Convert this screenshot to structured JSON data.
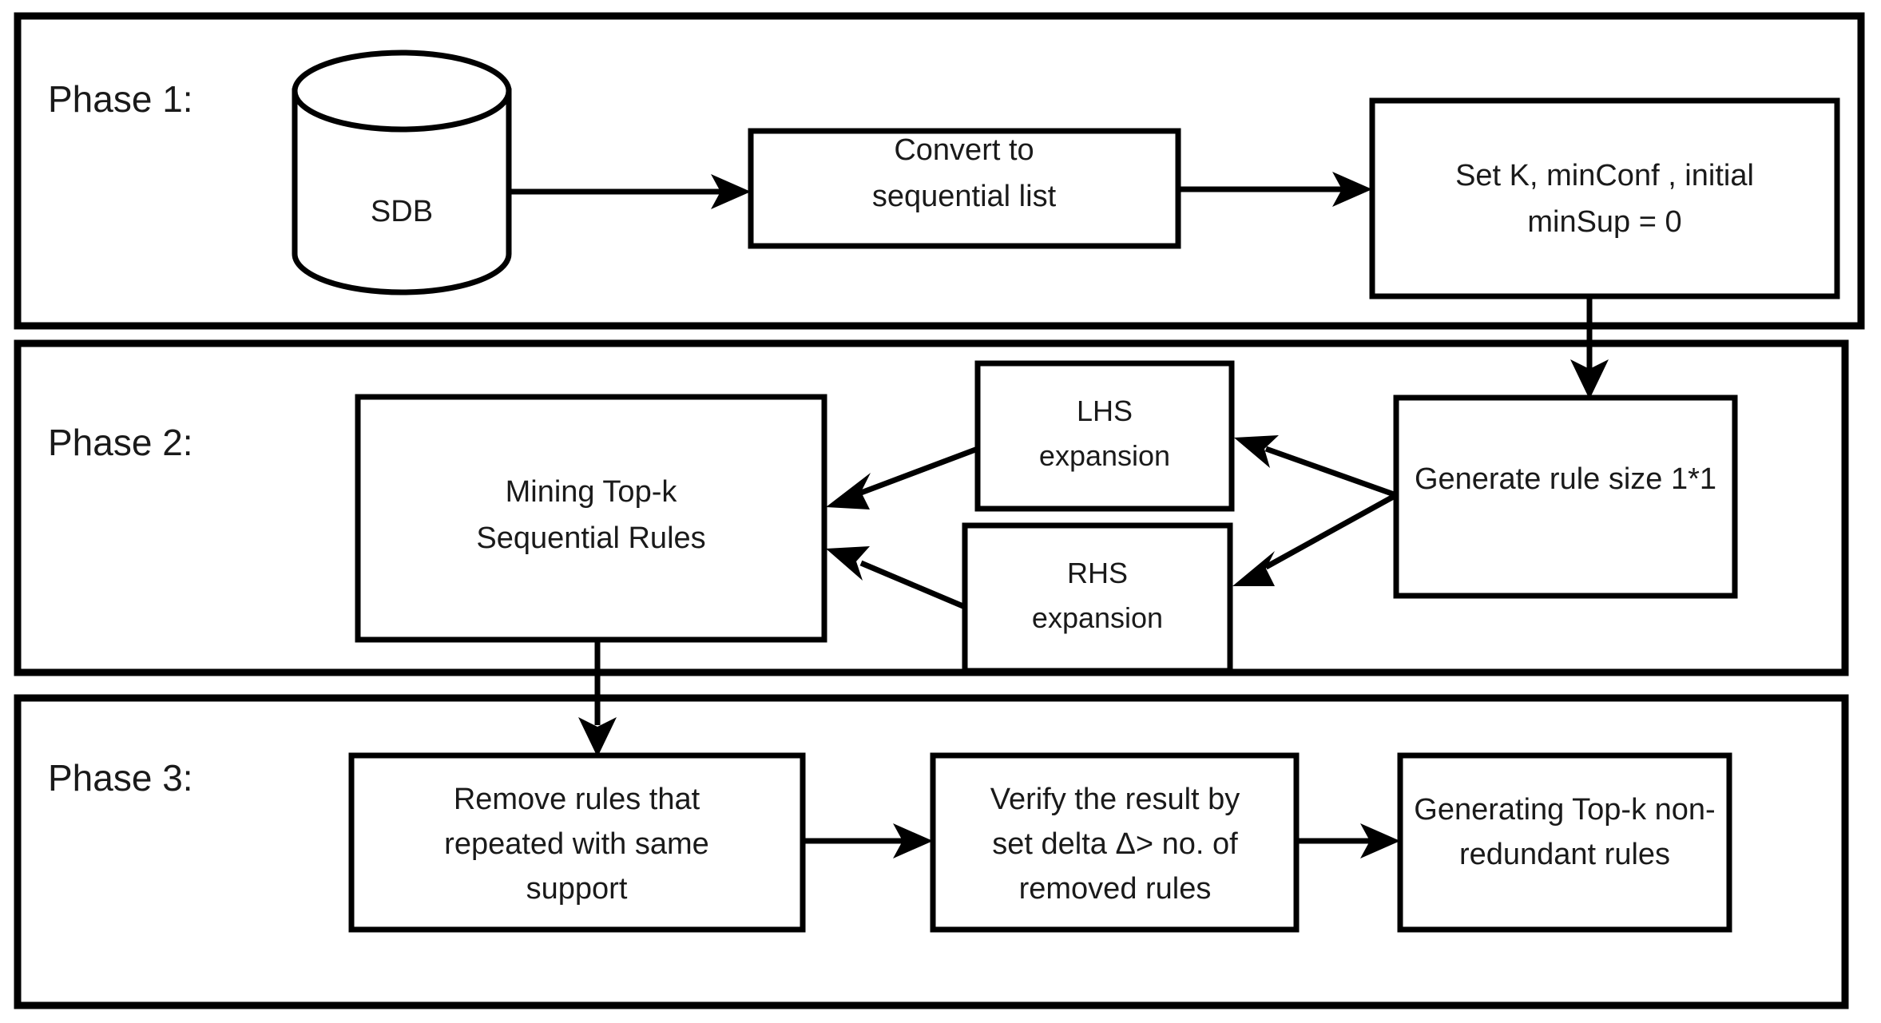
{
  "diagram": {
    "title": "Three-phase Top-k non-redundant sequential rule mining flowchart",
    "colors": {
      "stroke": "#000000",
      "fill": "#ffffff",
      "text": "#1a1a1a"
    },
    "phases": [
      {
        "id": "phase-1",
        "label": "Phase 1:",
        "nodes": [
          {
            "id": "sdb",
            "shape": "cylinder",
            "lines": [
              "SDB"
            ]
          },
          {
            "id": "convert",
            "shape": "rect",
            "lines": [
              "Convert to",
              "sequential list"
            ]
          },
          {
            "id": "set-params",
            "shape": "rect",
            "lines": [
              "Set K, minConf , initial",
              "minSup = 0"
            ]
          }
        ]
      },
      {
        "id": "phase-2",
        "label": "Phase 2:",
        "nodes": [
          {
            "id": "mining",
            "shape": "rect",
            "lines": [
              "Mining Top-k",
              "Sequential Rules"
            ]
          },
          {
            "id": "lhs",
            "shape": "rect",
            "lines": [
              "LHS",
              "expansion"
            ]
          },
          {
            "id": "rhs",
            "shape": "rect",
            "lines": [
              "RHS",
              "expansion"
            ]
          },
          {
            "id": "generate",
            "shape": "rect",
            "lines": [
              "Generate rule size 1*1"
            ]
          }
        ]
      },
      {
        "id": "phase-3",
        "label": "Phase 3:",
        "nodes": [
          {
            "id": "remove",
            "shape": "rect",
            "lines": [
              "Remove rules  that",
              "repeated with same",
              "support"
            ]
          },
          {
            "id": "verify",
            "shape": "rect",
            "lines": [
              "Verify the result by",
              "set delta Δ> no. of",
              "removed rules"
            ]
          },
          {
            "id": "final",
            "shape": "rect",
            "lines": [
              "Generating  Top-k non-",
              "redundant rules"
            ]
          }
        ]
      }
    ],
    "edges": [
      {
        "id": "sdb-to-convert",
        "from": "sdb",
        "to": "convert",
        "direction": "right"
      },
      {
        "id": "convert-to-set-params",
        "from": "convert",
        "to": "set-params",
        "direction": "right"
      },
      {
        "id": "set-params-to-generate",
        "from": "set-params",
        "to": "generate",
        "direction": "down"
      },
      {
        "id": "generate-to-lhs",
        "from": "generate",
        "to": "lhs",
        "direction": "up-left"
      },
      {
        "id": "generate-to-rhs",
        "from": "generate",
        "to": "rhs",
        "direction": "down-left"
      },
      {
        "id": "lhs-to-mining",
        "from": "lhs",
        "to": "mining",
        "direction": "left"
      },
      {
        "id": "rhs-to-mining",
        "from": "rhs",
        "to": "mining",
        "direction": "left"
      },
      {
        "id": "mining-to-remove",
        "from": "mining",
        "to": "remove",
        "direction": "down"
      },
      {
        "id": "remove-to-verify",
        "from": "remove",
        "to": "verify",
        "direction": "right"
      },
      {
        "id": "verify-to-final",
        "from": "verify",
        "to": "final",
        "direction": "right"
      }
    ]
  }
}
